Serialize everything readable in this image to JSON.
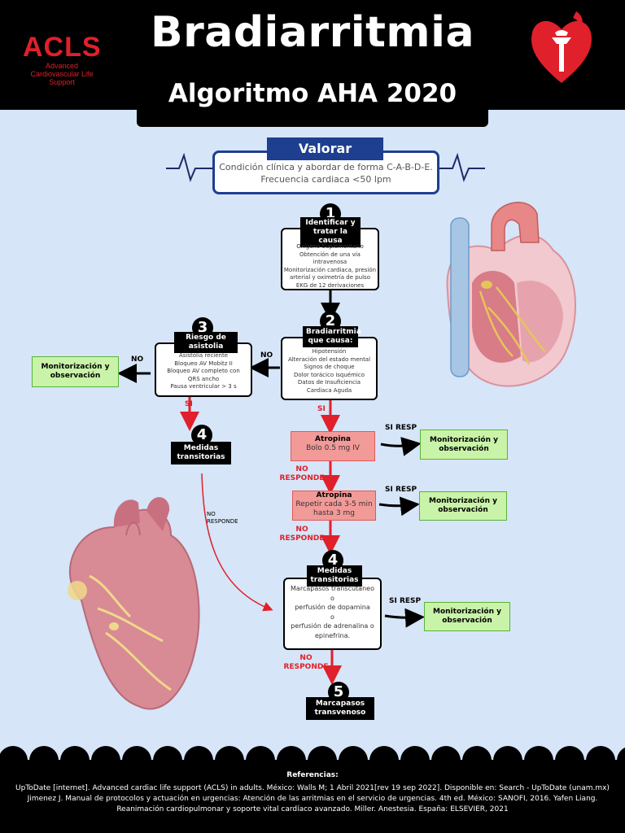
{
  "header": {
    "title": "Bradiarritmia",
    "subtitle": "Algoritmo AHA 2020",
    "logo_word": "ACLS",
    "logo_sub": "Advanced Cardiovascular Life Support"
  },
  "assess": {
    "title": "Valorar",
    "line1": "Condición clínica y abordar de forma C-A-B-D-E.",
    "line2": "Frecuencia cardiaca <50 lpm"
  },
  "step1": {
    "number": "1",
    "title": "Identificar y tratar la causa",
    "items": [
      "Oxígeno Suplementario",
      "Obtención de una vía intravenosa",
      "Monitorización cardiaca, presión",
      "arterial y oximetría de pulso",
      "EKG de 12 derivaciones"
    ]
  },
  "step2": {
    "number": "2",
    "title": "Bradiarritmia que causa:",
    "items": [
      "Hipotensión",
      "Alteración del estado mental",
      "Signos de choque",
      "Dolor torácico isquémico",
      "Datos de Insuficiencia",
      "Cardiaca Aguda"
    ]
  },
  "step3": {
    "number": "3",
    "title": "Riesgo de asistolia",
    "items": [
      "Asistolia reciente",
      "Bloqueo AV Mobitz II",
      "Bloqueo AV completo con",
      "QRS ancho",
      "Pausa ventricular > 3 s"
    ]
  },
  "step4_left": {
    "number": "4",
    "title": "Medidas transitorias"
  },
  "atropina1": {
    "title": "Atropina",
    "dose": "Bolo 0.5 mg IV"
  },
  "atropina2": {
    "title": "Atropina",
    "dose": "Repetir cada 3-5 min hasta 3 mg"
  },
  "step4_main": {
    "number": "4",
    "title": "Medidas transitorias",
    "items": [
      "Marcapasos transcutáneo",
      "o",
      "perfusión de dopamina",
      "o",
      "perfusión de adrenalina o",
      "epinefrina."
    ]
  },
  "step5": {
    "number": "5",
    "title": "Marcapasos transvenoso"
  },
  "outcomes": {
    "monitor": "Monitorización y observación"
  },
  "labels": {
    "no": "NO",
    "si": "SI",
    "si_resp": "SI RESP",
    "no_responde_1": "NO",
    "no_responde_2": "RESPONDE",
    "no_responde_left": "NO RESPONDE"
  },
  "references": {
    "title": "Referencias:",
    "lines": [
      "UpToDate [internet]. Advanced cardiac life support (ACLS) in adults. México: Walls M; 1 Abril 2021[rev 19 sep 2022]. Disponible en: Search - UpToDate (unam.mx)",
      "Jimenez J. Manual de protocolos y actuación en urgencias: Atención de las arritmias en el servicio de urgencias. 4th ed. México: SANOFI, 2016. Yafen Liang.",
      "Reanimación cardiopulmonar y soporte vital cardíaco avanzado. Miller. Anestesia. España: ELSEVIER, 2021"
    ]
  },
  "colors": {
    "background": "#d6e5f8",
    "accent_red": "#e0202a",
    "assess_blue": "#1e3f8f",
    "green_fill": "#c9f3a8",
    "red_fill": "#f29a98"
  }
}
